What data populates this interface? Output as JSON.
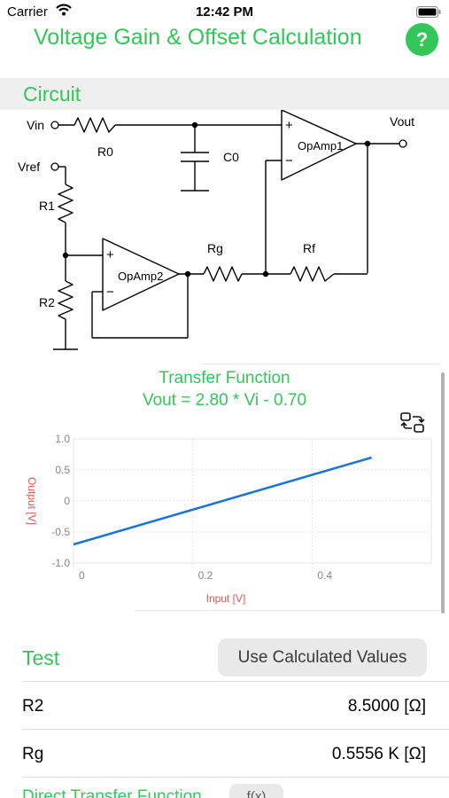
{
  "status_bar": {
    "carrier": "Carrier",
    "time": "12:42 PM"
  },
  "header": {
    "title": "Voltage Gain & Offset Calculation",
    "help_label": "?"
  },
  "circuit_section": {
    "title": "Circuit",
    "labels": {
      "vin": "Vin",
      "vref": "Vref",
      "vout": "Vout",
      "r0": "R0",
      "c0": "C0",
      "r1": "R1",
      "r2": "R2",
      "rg": "Rg",
      "rf": "Rf",
      "opamp1": "OpAmp1",
      "opamp2": "OpAmp2",
      "plus": "+",
      "minus": "−"
    }
  },
  "chart_data": {
    "type": "line",
    "title": "Transfer Function",
    "subtitle": "Vout = 2.80 * Vi - 0.70",
    "xlabel": "Input [V]",
    "ylabel": "Output [V]",
    "xlim": [
      0,
      0.6
    ],
    "ylim": [
      -1.0,
      1.0
    ],
    "x_ticks": [
      "0",
      "0.2",
      "0.4"
    ],
    "y_ticks": [
      "1.0",
      "0.5",
      "0",
      "-0.5",
      "-1.0"
    ],
    "grid": true,
    "series": [
      {
        "x": [
          0,
          0.5
        ],
        "values": [
          -0.7,
          0.7
        ],
        "color": "#1a73d9"
      }
    ]
  },
  "test_section": {
    "title": "Test",
    "calc_button": "Use Calculated Values",
    "rows": [
      {
        "label": "R2",
        "value": "8.5000  [Ω]"
      },
      {
        "label": "Rg",
        "value": "0.5556 K  [Ω]"
      }
    ]
  },
  "direct_section": {
    "title": "Direct Transfer Function",
    "fx_label": "f(x)"
  },
  "colors": {
    "accent": "#33c659",
    "series": "#1a73d9",
    "axis_label": "#e8534a"
  }
}
